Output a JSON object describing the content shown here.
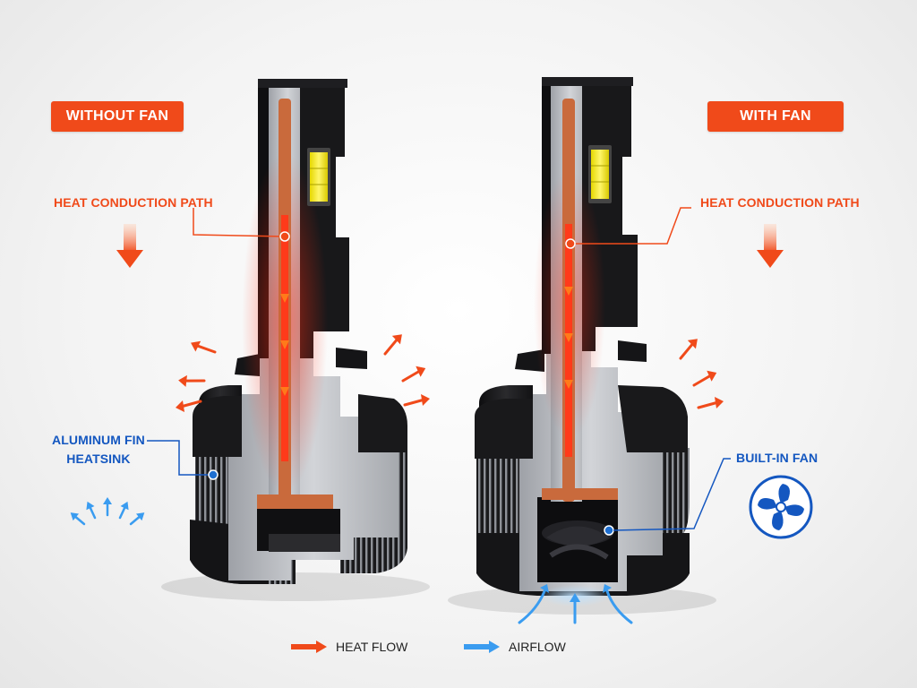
{
  "colors": {
    "accent": "#f04a1a",
    "blue": "#1457c0",
    "airflow": "#3a9cf0",
    "heat_core": "#ff3a1a",
    "copper": "#c96a3c",
    "body_dark": "#1c1c1e",
    "aluminum": "#b9bcc2"
  },
  "without_fan": {
    "badge": "WITHOUT FAN",
    "heat_path_label": "HEAT CONDUCTION PATH",
    "heatsink_label_line1": "ALUMINUM FIN",
    "heatsink_label_line2": "HEATSINK"
  },
  "with_fan": {
    "badge": "WITH FAN",
    "heat_path_label": "HEAT CONDUCTION PATH",
    "fan_label": "BUILT-IN FAN"
  },
  "legend": {
    "heat": "HEAT FLOW",
    "air": "AIRFLOW"
  },
  "icons": [
    "down-arrow-icon",
    "heat-arrow-icon",
    "airflow-arrow-icon",
    "fan-icon",
    "heat-flow-legend-icon",
    "airflow-legend-icon"
  ]
}
